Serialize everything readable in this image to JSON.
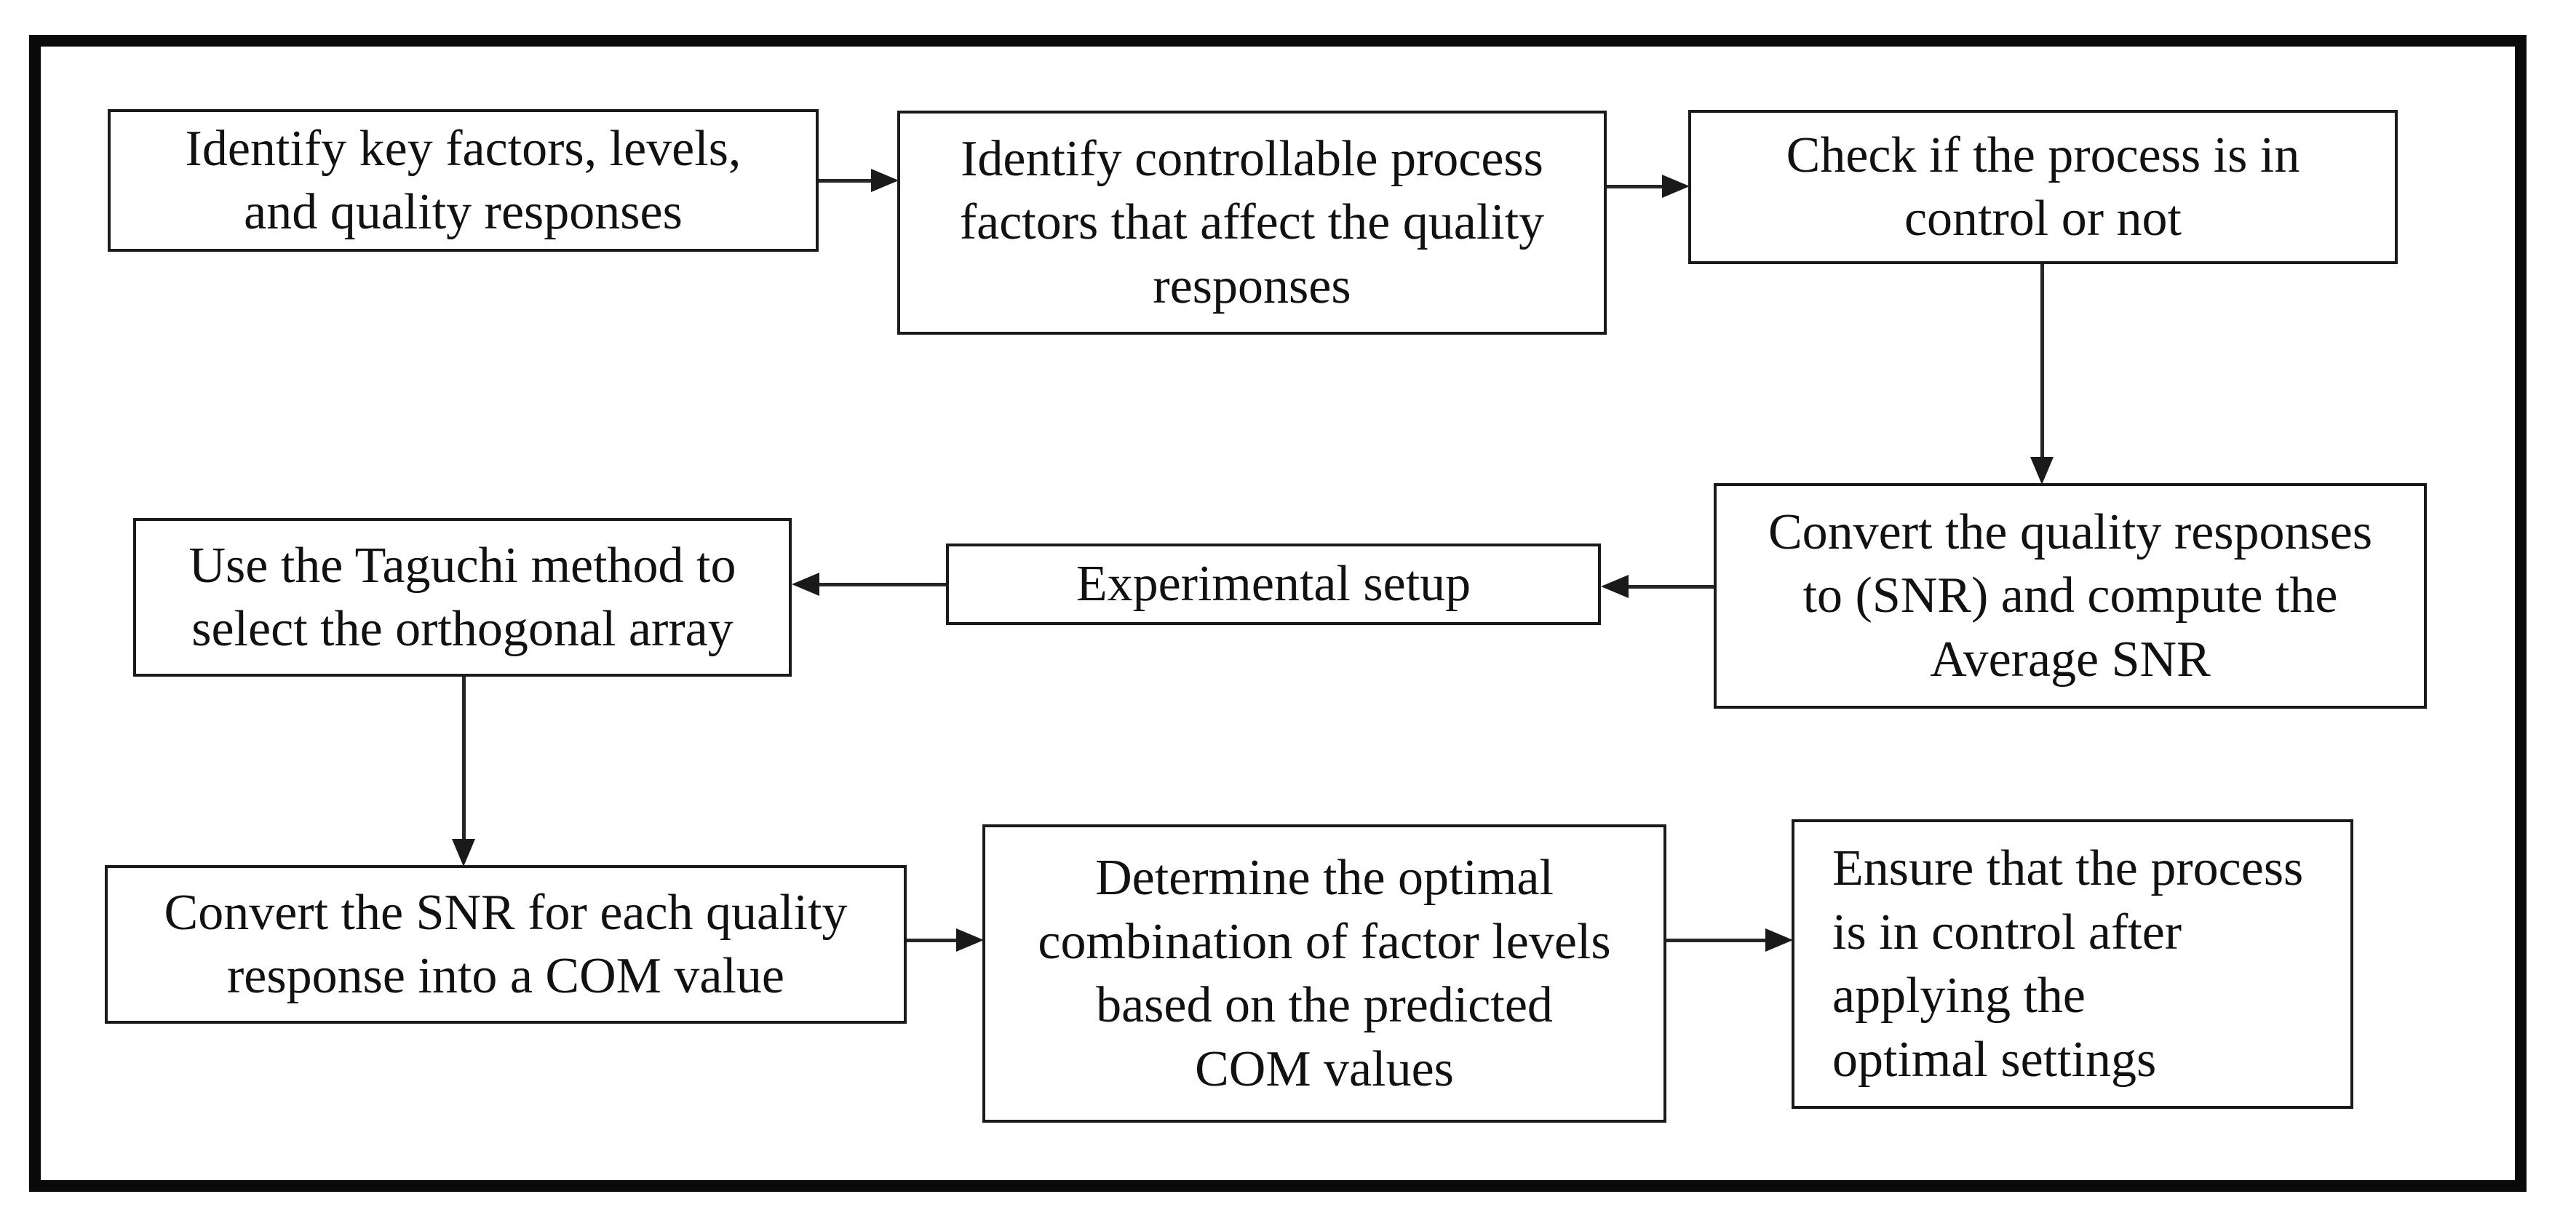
{
  "diagram": {
    "type": "flowchart",
    "colors": {
      "background": "#ffffff",
      "frame_border": "#0a0a0a",
      "node_border": "#1a1a1a",
      "connector": "#262626",
      "text": "#111111"
    },
    "nodes": [
      {
        "id": "identify-key-factors",
        "text": "Identify key factors, levels,\nand quality responses"
      },
      {
        "id": "identify-controllable-factors",
        "text": "Identify controllable process\nfactors that affect the quality\nresponses"
      },
      {
        "id": "check-process-in-control",
        "text": "Check if the process is in\ncontrol or not"
      },
      {
        "id": "convert-responses-to-snr",
        "text": "Convert the quality responses\nto (SNR) and compute the\nAverage SNR"
      },
      {
        "id": "experimental-setup",
        "text": "Experimental setup"
      },
      {
        "id": "taguchi-orthogonal-array",
        "text": "Use the Taguchi method to\nselect the orthogonal array"
      },
      {
        "id": "convert-snr-to-com",
        "text": "Convert the SNR for each quality\nresponse into a COM value"
      },
      {
        "id": "determine-optimal-combination",
        "text": "Determine the optimal\ncombination of factor levels\nbased on the predicted\nCOM values"
      },
      {
        "id": "ensure-control-after-optimal",
        "text": "Ensure that the process\nis in control after\napplying the\noptimal settings"
      }
    ],
    "edges": [
      {
        "from": "identify-key-factors",
        "to": "identify-controllable-factors",
        "direction": "right"
      },
      {
        "from": "identify-controllable-factors",
        "to": "check-process-in-control",
        "direction": "right"
      },
      {
        "from": "check-process-in-control",
        "to": "convert-responses-to-snr",
        "direction": "down"
      },
      {
        "from": "convert-responses-to-snr",
        "to": "experimental-setup",
        "direction": "left"
      },
      {
        "from": "experimental-setup",
        "to": "taguchi-orthogonal-array",
        "direction": "left"
      },
      {
        "from": "taguchi-orthogonal-array",
        "to": "convert-snr-to-com",
        "direction": "down"
      },
      {
        "from": "convert-snr-to-com",
        "to": "determine-optimal-combination",
        "direction": "right"
      },
      {
        "from": "determine-optimal-combination",
        "to": "ensure-control-after-optimal",
        "direction": "right"
      }
    ]
  }
}
